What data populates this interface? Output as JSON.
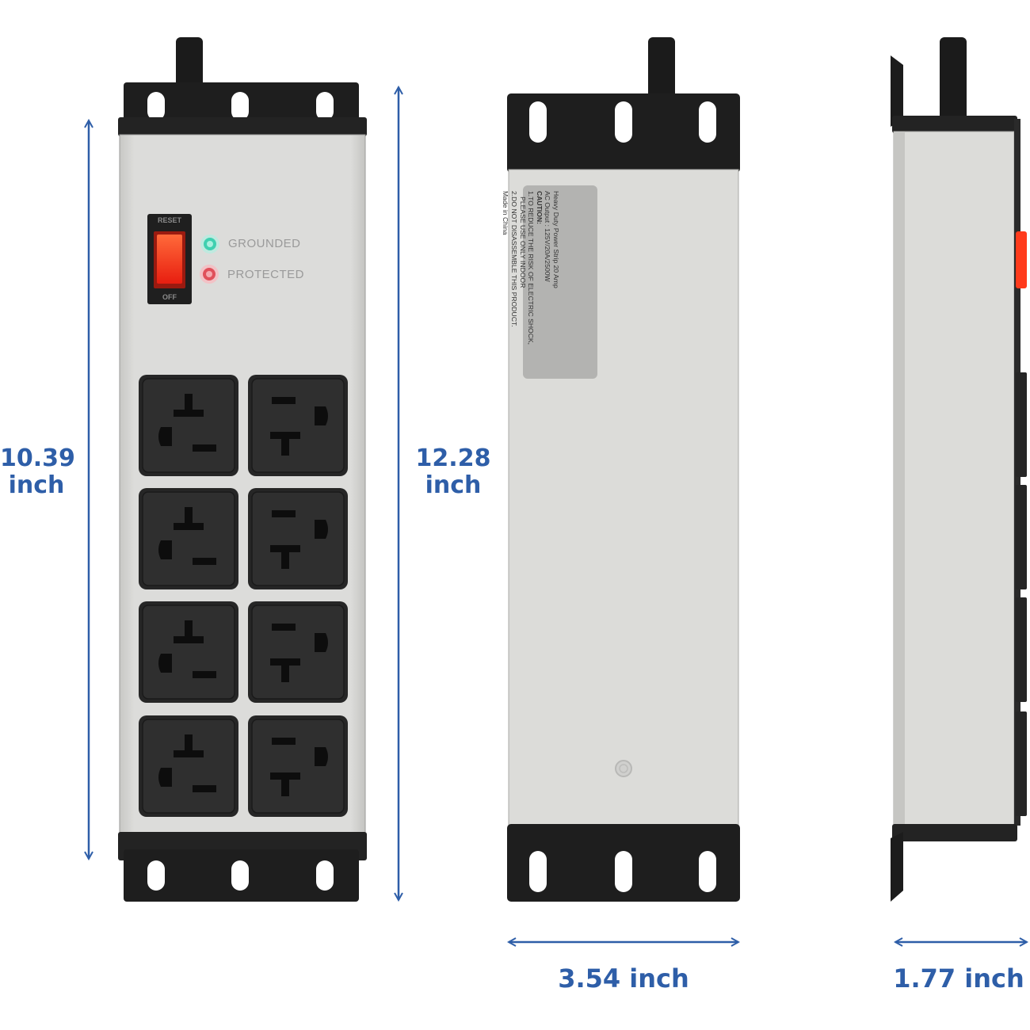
{
  "colors": {
    "accent": "#2e5ea8",
    "housing": "#d9d9d6",
    "bracket": "#1c1c1c",
    "outlet": "#2a2a2a",
    "switch": "#ff3b1c",
    "led_green": "#3fd0b0",
    "led_red": "#e0505a"
  },
  "dimensions": {
    "front_housing_height": {
      "value": "10.39",
      "unit": "inch"
    },
    "front_total_height": {
      "value": "12.28",
      "unit": "inch"
    },
    "width": "3.54 inch",
    "depth": "1.77 inch"
  },
  "front_panel": {
    "switch_top": "RESET",
    "switch_bottom": "OFF",
    "indicator_grounded": "GROUNDED",
    "indicator_protected": "PROTECTED",
    "outlet_count": 8
  },
  "back_label": {
    "lines": [
      "Heavy Duty Power Strip 20 Amp",
      "AC Output : 125V/20A/2500W",
      "CAUTION:",
      "1.TO REDUCE THE RISK OF ELECTRIC SHOCK,",
      "   PLEASE USE ONLY INDOOR",
      "2.DO NOT DISASSEMBLE THIS PRODUCT.",
      "Made in China"
    ]
  }
}
